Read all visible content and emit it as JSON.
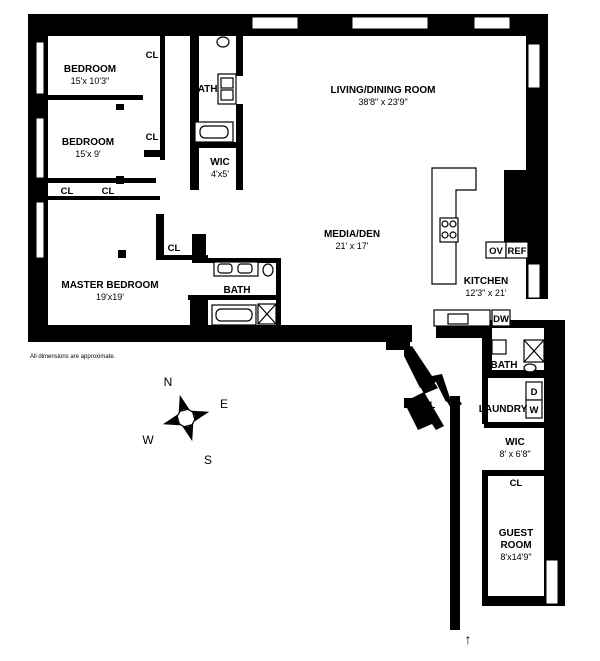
{
  "rooms": {
    "bedroom1": {
      "name": "BEDROOM",
      "dims": "15'x 10'3\""
    },
    "bedroom2": {
      "name": "BEDROOM",
      "dims": "15'x 9'"
    },
    "living": {
      "name": "LIVING/DINING ROOM",
      "dims": "38'8\" x 23'9\""
    },
    "bath_top": {
      "name": "BATH"
    },
    "wic_top": {
      "name": "WIC",
      "dims": "4'x5'"
    },
    "media": {
      "name": "MEDIA/DEN",
      "dims": "21' x 17'"
    },
    "master": {
      "name": "MASTER BEDROOM",
      "dims": "19'x19'"
    },
    "bath_master": {
      "name": "BATH"
    },
    "kitchen": {
      "name": "KITCHEN",
      "dims": "12'3\" x 21'"
    },
    "bath_small": {
      "name": "BATH"
    },
    "laundry": {
      "name": "LAUNDRY"
    },
    "wic_right": {
      "name": "WIC",
      "dims": "8' x 6'8\""
    },
    "guest": {
      "name": "GUEST",
      "name2": "ROOM",
      "dims": "8'x14'9\""
    }
  },
  "closets": {
    "cl1": "CL",
    "cl2": "CL",
    "cl3": "CL",
    "cl4": "CL",
    "cl5": "CL",
    "cl6": "CL",
    "cl7": "CL"
  },
  "appliances": {
    "oven": "OV",
    "fridge": "REF",
    "dishwasher": "DW",
    "dryer": "D",
    "washer": "W"
  },
  "note": "All dimensions are approximate.",
  "compass": {
    "n": "N",
    "e": "E",
    "s": "S",
    "w": "W"
  },
  "entry_arrow": "↑"
}
